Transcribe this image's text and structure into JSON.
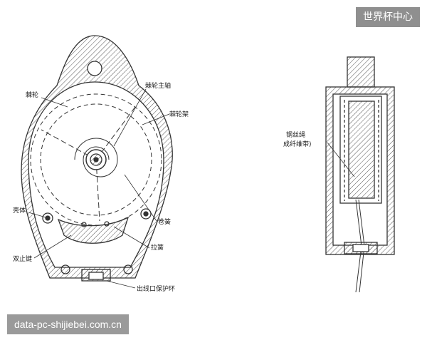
{
  "watermark_top": "世界杯中心",
  "watermark_bottom": "data-pc-shijiebei.com.cn",
  "labels": {
    "ratchet": "棘轮",
    "ratchet_shaft": "棘轮主轴",
    "ratchet_frame": "棘轮架",
    "shell": "壳体",
    "coil_spring": "卷簧",
    "tension_spring": "拉簧",
    "double_pawl": "双止键",
    "outlet_ring": "出线口保护环",
    "wire_rope": "钢丝绳",
    "fiber_strap": "成纤维带)"
  },
  "colors": {
    "line": "#333333",
    "hatch": "#555555"
  }
}
